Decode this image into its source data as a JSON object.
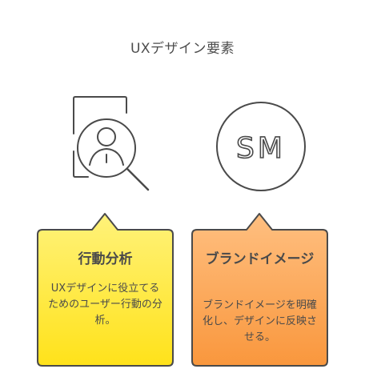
{
  "title": "UXデザイン要素",
  "colors": {
    "stroke": "#4a4a4a",
    "yellow_top": "#fff27a",
    "yellow_bottom": "#ffe21a",
    "orange_top": "#ffbf80",
    "orange_bottom": "#f9973d"
  },
  "elements": [
    {
      "icon": "user-research-magnifier-icon",
      "heading": "行動分析",
      "description": "UXデザインに役立てるためのユーザー行動の分析。"
    },
    {
      "icon": "sm-brand-logo-icon",
      "logo_text": "SM",
      "heading": "ブランドイメージ",
      "description": "ブランドイメージを明確化し、デザインに反映させる。"
    }
  ]
}
